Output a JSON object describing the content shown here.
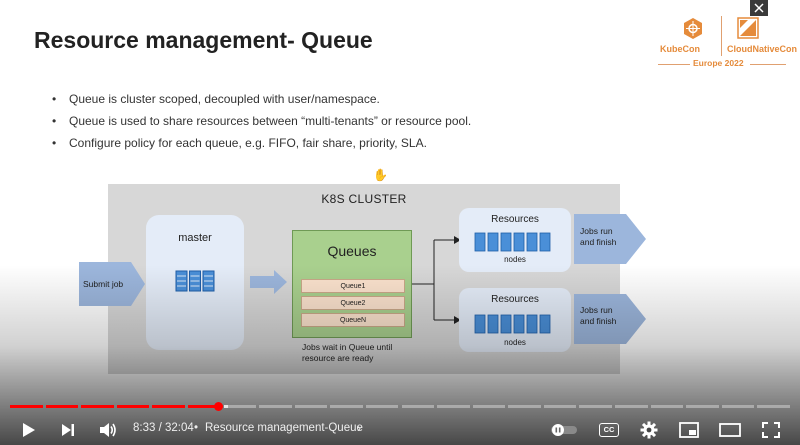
{
  "slide": {
    "title": "Resource management- Queue",
    "bullets": [
      "Queue is cluster scoped, decoupled with user/namespace.",
      "Queue is used to share resources between “multi-tenants” or resource pool.",
      "Configure policy for each queue, e.g. FIFO, fair share, priority, SLA."
    ],
    "logo": {
      "left": "KubeCon",
      "right": "CloudNativeCon",
      "event": "Europe 2022"
    }
  },
  "diagram": {
    "cluster_label": "K8S CLUSTER",
    "submit_label": "Submit job",
    "master_label": "master",
    "queues_label": "Queues",
    "queue_items": [
      "Queue1",
      "Queue2",
      "QueueN"
    ],
    "jobs_wait_line1": "Jobs wait in Queue until",
    "jobs_wait_line2": "resource are ready",
    "resources": [
      {
        "label": "Resources",
        "nodes": "nodes",
        "out_line1": "Jobs run",
        "out_line2": "and finish"
      },
      {
        "label": "Resources",
        "nodes": "nodes",
        "out_line1": "Jobs run",
        "out_line2": "and finish"
      }
    ]
  },
  "player": {
    "current_time": "8:33",
    "duration": "32:04",
    "time_display": "8:33 / 32:04",
    "separator": "•",
    "chapter_title": "Resource management-Queue",
    "progress_fraction": 0.267,
    "cc_label": "CC",
    "icons": [
      "play-icon",
      "next-icon",
      "volume-icon",
      "autoplay-toggle-icon",
      "captions-icon",
      "settings-icon",
      "miniplayer-icon",
      "theater-icon",
      "fullscreen-icon"
    ],
    "accent_color": "#ff0000"
  }
}
